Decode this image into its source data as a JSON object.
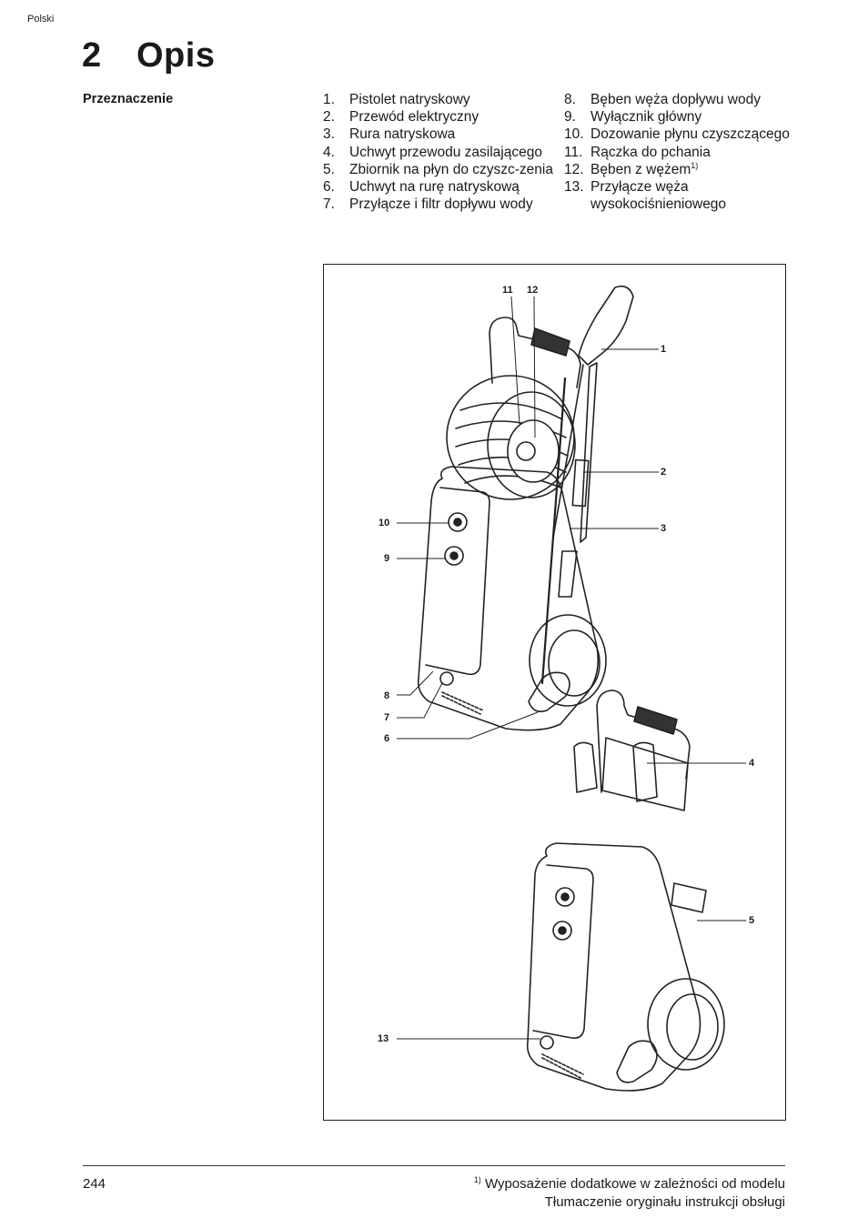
{
  "header": {
    "language": "Polski"
  },
  "chapter": {
    "number": "2",
    "title": "Opis"
  },
  "section": {
    "title": "Przeznaczenie"
  },
  "list_left": [
    {
      "num": "1.",
      "text": "Pistolet natryskowy"
    },
    {
      "num": "2.",
      "text": "Przewód elektryczny"
    },
    {
      "num": "3.",
      "text": "Rura natryskowa"
    },
    {
      "num": "4.",
      "text": "Uchwyt przewodu zasilającego"
    },
    {
      "num": "5.",
      "text": "Zbiornik na płyn do czyszc-zenia"
    },
    {
      "num": "6.",
      "text": "Uchwyt na rurę natryskową"
    },
    {
      "num": "7.",
      "text": "Przyłącze i filtr dopływu wody"
    }
  ],
  "list_right": [
    {
      "num": "8.",
      "text": "Bęben węża dopływu wody"
    },
    {
      "num": "9.",
      "text": "Wyłącznik główny"
    },
    {
      "num": "10.",
      "text": "Dozowanie płynu czyszczącego"
    },
    {
      "num": "11.",
      "text": "Rączka do pchania"
    },
    {
      "num": "12.",
      "text": "Bęben z wężem",
      "sup": "1)"
    },
    {
      "num": "13.",
      "text": "Przyłącze węża wysokociśnieniowego"
    }
  ],
  "figure": {
    "callouts": [
      "11",
      "12",
      "1",
      "2",
      "3",
      "10",
      "9",
      "8",
      "7",
      "6",
      "4",
      "5",
      "13"
    ]
  },
  "footer": {
    "page_number": "244",
    "footnote_mark": "1)",
    "footnote_text": "Wyposażenie dodatkowe w zależności od modelu",
    "translation_note": "Tłumaczenie oryginału instrukcji obsługi"
  }
}
